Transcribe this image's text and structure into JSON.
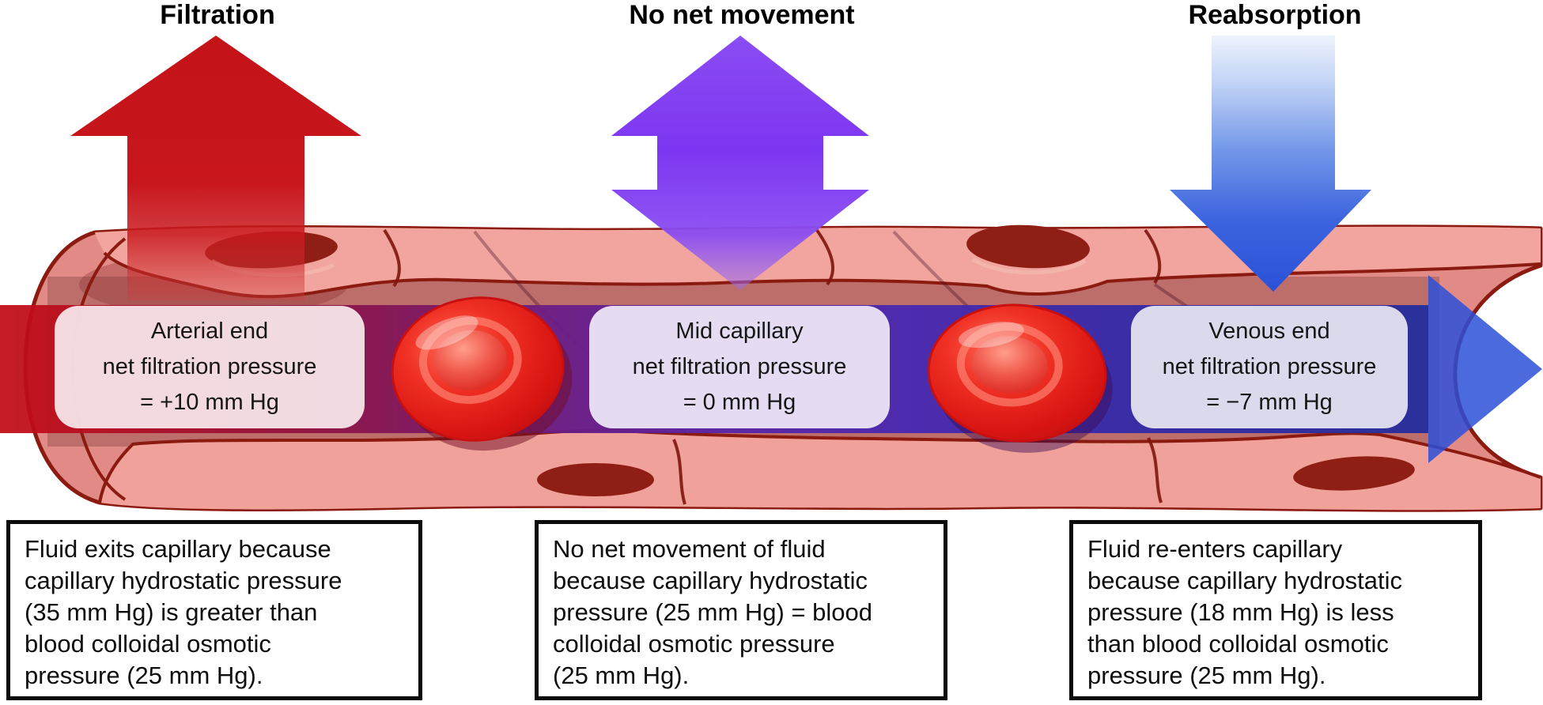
{
  "titles": {
    "filtration": "Filtration",
    "no_net_movement": "No net movement",
    "reabsorption": "Reabsorption"
  },
  "pressure_labels": {
    "arterial": {
      "line1": "Arterial end",
      "line2": "net filtration pressure",
      "line3": "= +10 mm Hg"
    },
    "mid": {
      "line1": "Mid capillary",
      "line2": "net filtration pressure",
      "line3": "= 0 mm Hg"
    },
    "venous": {
      "line1": "Venous end",
      "line2": "net filtration pressure",
      "line3": "= −7 mm Hg"
    }
  },
  "notes": {
    "filtration": "Fluid exits capillary because\ncapillary hydrostatic pressure\n(35 mm Hg) is greater than\nblood colloidal osmotic\npressure (25 mm Hg).",
    "no_net_movement": "No net movement of fluid\nbecause capillary hydrostatic\npressure (25 mm Hg) = blood\ncolloidal osmotic pressure\n(25 mm Hg).",
    "reabsorption": "Fluid re-enters capillary\nbecause capillary hydrostatic\npressure (18 mm Hg) is less\nthan blood colloidal osmotic\npressure (25 mm Hg)."
  },
  "icons": {
    "filtration_arrow": "red-up-arrow",
    "no_net_movement_arrow": "purple-double-vertical-arrow",
    "reabsorption_arrow": "blue-down-arrow",
    "flow_arrow": "left-to-right-gradient-arrow"
  },
  "colors": {
    "filtration_arrow_red": "#C8151C",
    "no_net_movement_purple": "#7E3AF2",
    "reabsorption_blue": "#2B51D8",
    "flow_band_arterial": "#C30D17",
    "flow_band_mid": "#5722A6",
    "flow_band_venous": "#222C9C",
    "capillary_wall": "#E28A85",
    "capillary_outline": "#8B1A10",
    "red_blood_cell": "#D91512",
    "arterial_box_fill": "#F7E5EA",
    "mid_box_fill": "#EBE4F6",
    "venous_box_fill": "#E0E0EE"
  }
}
